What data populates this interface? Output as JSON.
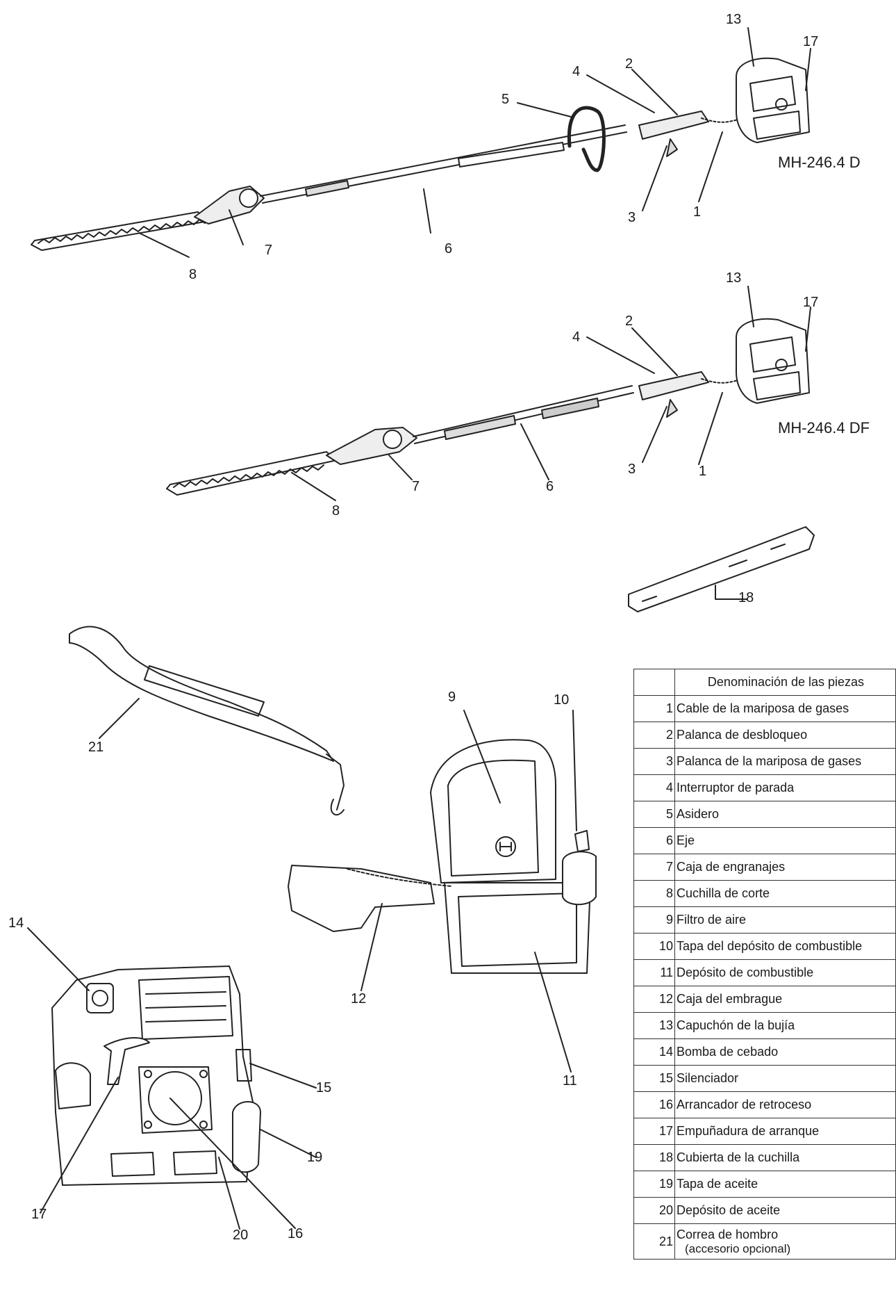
{
  "models": {
    "d": "MH-246.4 D",
    "df": "MH-246.4 DF"
  },
  "callouts": {
    "top": [
      "13",
      "17",
      "2",
      "4",
      "5",
      "3",
      "1",
      "7",
      "6",
      "8"
    ],
    "mid": [
      "13",
      "17",
      "2",
      "4",
      "3",
      "1",
      "7",
      "6",
      "8"
    ],
    "cover": "18",
    "strap": "21",
    "side": [
      "9",
      "10",
      "12",
      "11"
    ],
    "front": [
      "14",
      "15",
      "19",
      "17",
      "20",
      "16"
    ]
  },
  "table": {
    "header": "Denominación de las piezas",
    "rows": [
      {
        "n": "1",
        "name": "Cable de la mariposa de gases"
      },
      {
        "n": "2",
        "name": "Palanca de desbloqueo"
      },
      {
        "n": "3",
        "name": "Palanca de la mariposa de gases"
      },
      {
        "n": "4",
        "name": "Interruptor de parada"
      },
      {
        "n": "5",
        "name": "Asidero"
      },
      {
        "n": "6",
        "name": "Eje"
      },
      {
        "n": "7",
        "name": "Caja de engranajes"
      },
      {
        "n": "8",
        "name": "Cuchilla de corte"
      },
      {
        "n": "9",
        "name": "Filtro de aire"
      },
      {
        "n": "10",
        "name": "Tapa del depósito de combustible"
      },
      {
        "n": "11",
        "name": "Depósito de combustible"
      },
      {
        "n": "12",
        "name": "Caja del embrague"
      },
      {
        "n": "13",
        "name": "Capuchón de la bujía"
      },
      {
        "n": "14",
        "name": "Bomba de cebado"
      },
      {
        "n": "15",
        "name": "Silenciador"
      },
      {
        "n": "16",
        "name": "Arrancador de retroceso"
      },
      {
        "n": "17",
        "name": "Empuñadura de arranque"
      },
      {
        "n": "18",
        "name": "Cubierta de la cuchilla"
      },
      {
        "n": "19",
        "name": "Tapa de aceite"
      },
      {
        "n": "20",
        "name": "Depósito de aceite"
      },
      {
        "n": "21",
        "name": "Correa de hombro",
        "note": "(accesorio opcional)"
      }
    ]
  }
}
